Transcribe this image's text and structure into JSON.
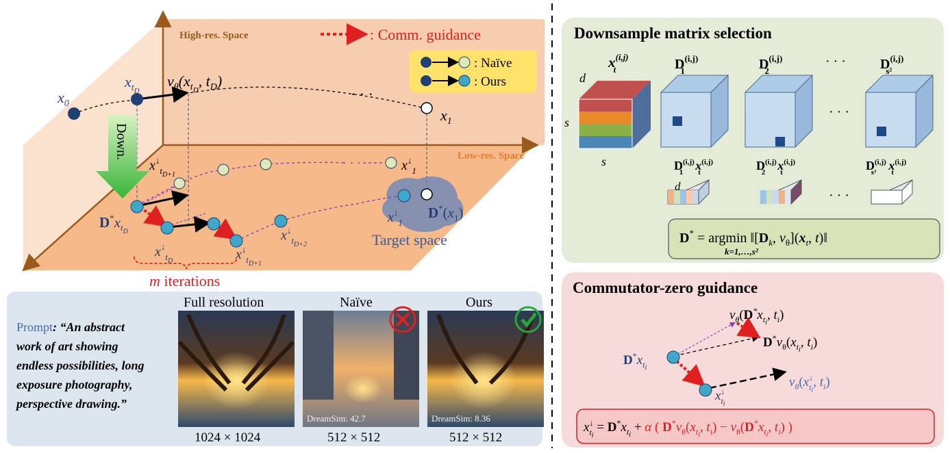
{
  "left": {
    "high_res_label": "High-res. Space",
    "low_res_label": "Low-res. Space",
    "legend_guidance": ": Comm. guidance",
    "legend_naive": ": Naïve",
    "legend_ours": ": Ours",
    "down_label": "Down.",
    "target_space_label": "Target space",
    "m_label": "m",
    "iterations_label": " iterations",
    "points": {
      "x0": "x",
      "x0_sub": "0",
      "xtD": "x",
      "xtD_sub": "t",
      "xtD_subsub": "D",
      "v_theta": "v",
      "x1": "x",
      "x1_sub": "1"
    }
  },
  "bottom": {
    "prompt_label": "Prompt",
    "prompt_text_1": ": “An abstract",
    "prompt_text_2": "work of art showing",
    "prompt_text_3": "endless possibilities, long",
    "prompt_text_4": "exposure photography,",
    "prompt_text_5": "perspective drawing.”",
    "full_res_title": "Full resolution",
    "naive_title": "Naïve",
    "ours_title": "Ours",
    "full_res_size": "1024 × 1024",
    "naive_size": "512 × 512",
    "ours_size": "512 × 512",
    "naive_score": "DreamSim: 42.7",
    "ours_score": "DreamSim: 8.36"
  },
  "right_top": {
    "title": "Downsample matrix selection",
    "dots": "· · ·",
    "d_label": "d",
    "s_label": "s",
    "formula_lhs": "D* = argmin",
    "formula_sub": "k=1,…,s²",
    "formula_rhs": "‖[D",
    "formula_rhs2": ", v",
    "formula_rhs3": "](x",
    "formula_rhs4": ", t)‖"
  },
  "right_bottom": {
    "title": "Commutator-zero guidance"
  },
  "colors": {
    "orange_plane": "#f8c8a8",
    "orange_dark": "#f0a678",
    "axis": "#9a5a1a",
    "legend_box": "#ffe26a",
    "naive_point": "#dfe8b8",
    "ours_point": "#3fa7c9",
    "dark_point": "#1f3f75",
    "green_panel": "#e4ecd8",
    "pink_panel": "#f7dada",
    "bottom_panel": "#dde6ef",
    "red": "#e02020",
    "purple": "#8a3fbf"
  }
}
